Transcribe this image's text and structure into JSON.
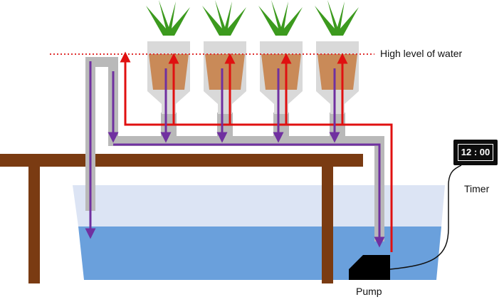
{
  "labels": {
    "high_water": "High level of water",
    "timer": "Timer",
    "pump": "Pump",
    "timer_display": "12 : 00"
  },
  "colors": {
    "reservoir_air": "#dce4f4",
    "reservoir_water": "#6aa0dc",
    "table_wood": "#7a3b12",
    "pipe_gray": "#b9b9b9",
    "flow_supply_red": "#e01010",
    "flow_drain_purple": "#7030a0",
    "water_level_dotted": "#e03030",
    "plant_pot": "#c98a58",
    "plant_leaves": "#3c9a1e",
    "plant_cup": "#d9d9d9",
    "pump": "#000000",
    "timer": "#0d0d0d"
  },
  "plants": {
    "count": 4
  },
  "icons": [
    "pump-icon",
    "timer-icon",
    "plant-icon"
  ]
}
